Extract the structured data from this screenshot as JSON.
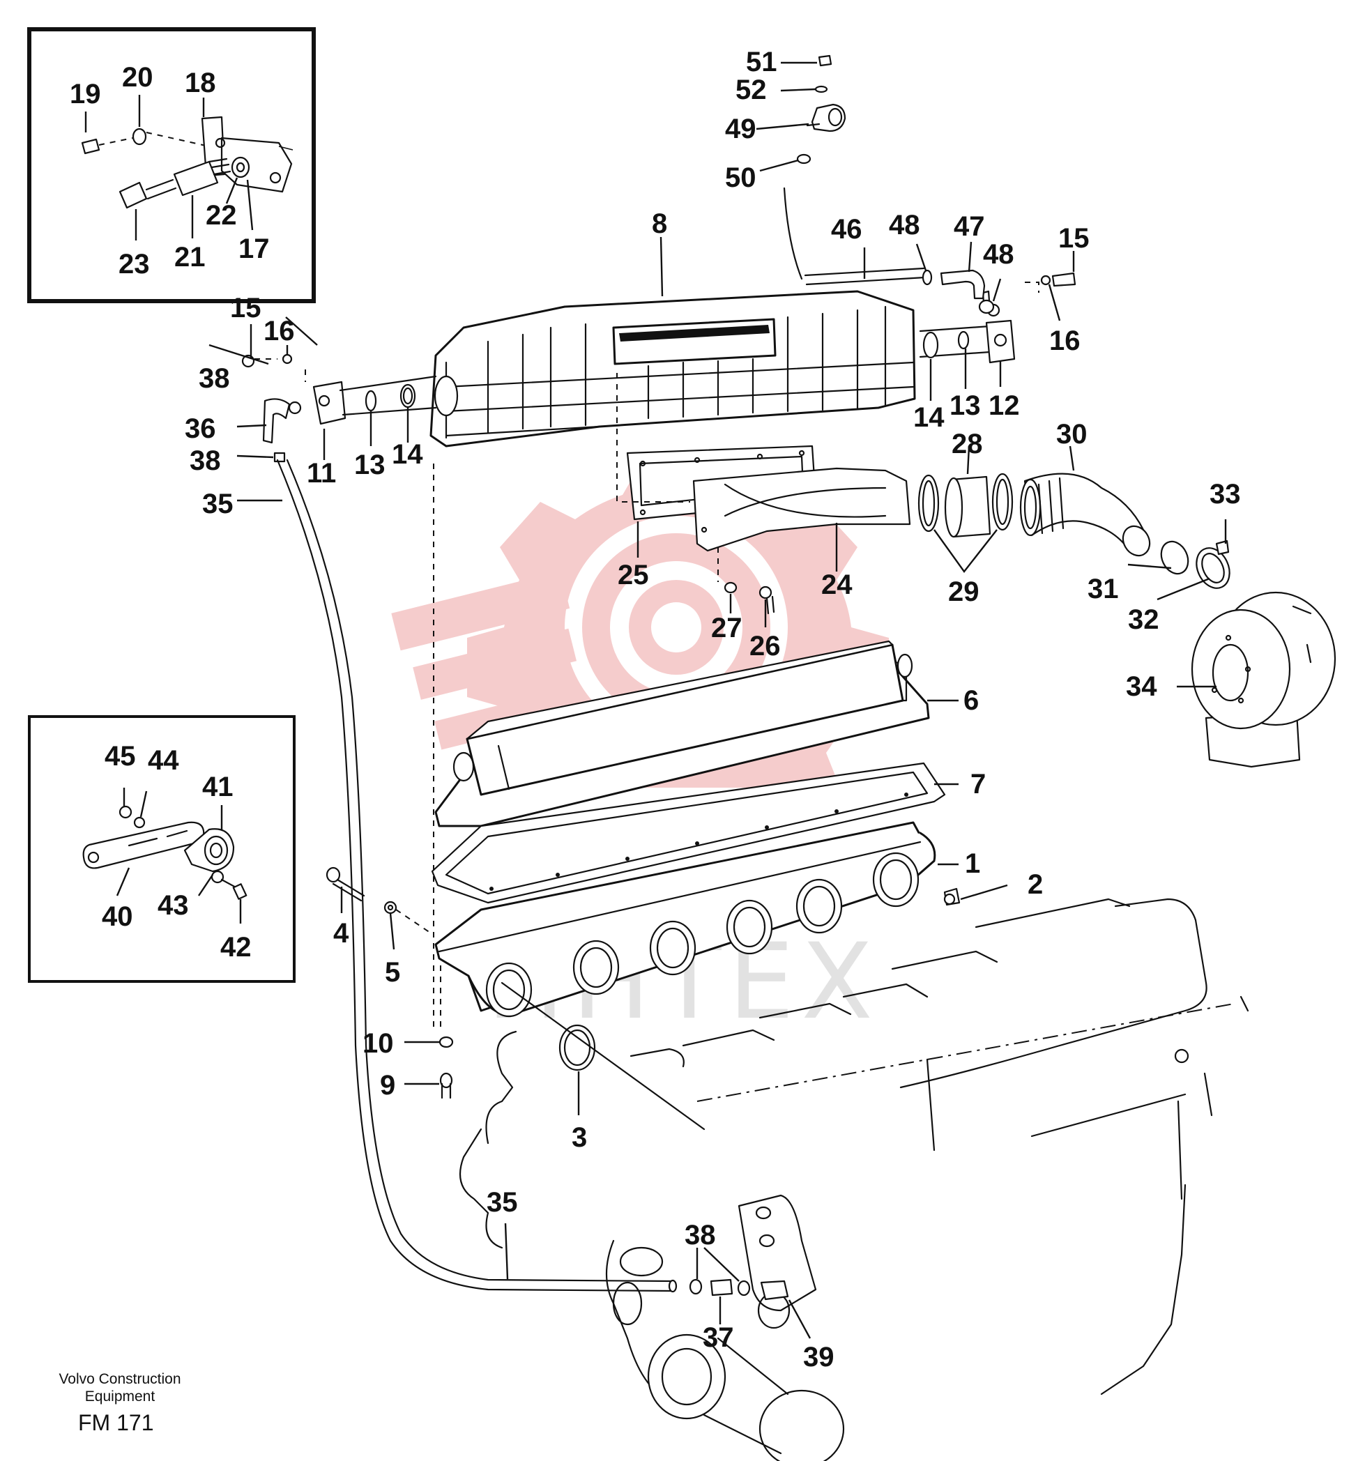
{
  "diagram": {
    "watermark_text": "ИНТЕХ",
    "footer": {
      "brand_line1": "Volvo Construction",
      "brand_line2": "Equipment",
      "code": "FM 171"
    },
    "colors": {
      "line": "#111111",
      "watermark_logo": "#f2b8b8",
      "watermark_text": "#d9d9d9"
    },
    "labels": [
      {
        "id": "p19",
        "text": "19"
      },
      {
        "id": "p20",
        "text": "20"
      },
      {
        "id": "p18",
        "text": "18"
      },
      {
        "id": "p22",
        "text": "22"
      },
      {
        "id": "p17",
        "text": "17"
      },
      {
        "id": "p23",
        "text": "23"
      },
      {
        "id": "p21",
        "text": "21"
      },
      {
        "id": "p51",
        "text": "51"
      },
      {
        "id": "p52",
        "text": "52"
      },
      {
        "id": "p49",
        "text": "49"
      },
      {
        "id": "p50",
        "text": "50"
      },
      {
        "id": "p8",
        "text": "8"
      },
      {
        "id": "p46",
        "text": "46"
      },
      {
        "id": "p48a",
        "text": "48"
      },
      {
        "id": "p47",
        "text": "47"
      },
      {
        "id": "p48b",
        "text": "48"
      },
      {
        "id": "p15a",
        "text": "15"
      },
      {
        "id": "p16a",
        "text": "16"
      },
      {
        "id": "p15b",
        "text": "15"
      },
      {
        "id": "p16b",
        "text": "16"
      },
      {
        "id": "p38a",
        "text": "38"
      },
      {
        "id": "p36",
        "text": "36"
      },
      {
        "id": "p38b",
        "text": "38"
      },
      {
        "id": "p35a",
        "text": "35"
      },
      {
        "id": "p11",
        "text": "11"
      },
      {
        "id": "p13a",
        "text": "13"
      },
      {
        "id": "p14a",
        "text": "14"
      },
      {
        "id": "p14b",
        "text": "14"
      },
      {
        "id": "p13b",
        "text": "13"
      },
      {
        "id": "p12",
        "text": "12"
      },
      {
        "id": "p28",
        "text": "28"
      },
      {
        "id": "p30",
        "text": "30"
      },
      {
        "id": "p33",
        "text": "33"
      },
      {
        "id": "p25",
        "text": "25"
      },
      {
        "id": "p24",
        "text": "24"
      },
      {
        "id": "p29",
        "text": "29"
      },
      {
        "id": "p31",
        "text": "31"
      },
      {
        "id": "p32",
        "text": "32"
      },
      {
        "id": "p27",
        "text": "27"
      },
      {
        "id": "p26",
        "text": "26"
      },
      {
        "id": "p34",
        "text": "34"
      },
      {
        "id": "p6",
        "text": "6"
      },
      {
        "id": "p7",
        "text": "7"
      },
      {
        "id": "p45",
        "text": "45"
      },
      {
        "id": "p44",
        "text": "44"
      },
      {
        "id": "p41",
        "text": "41"
      },
      {
        "id": "p40",
        "text": "40"
      },
      {
        "id": "p43",
        "text": "43"
      },
      {
        "id": "p42",
        "text": "42"
      },
      {
        "id": "p1",
        "text": "1"
      },
      {
        "id": "p2",
        "text": "2"
      },
      {
        "id": "p4",
        "text": "4"
      },
      {
        "id": "p5",
        "text": "5"
      },
      {
        "id": "p10",
        "text": "10"
      },
      {
        "id": "p9",
        "text": "9"
      },
      {
        "id": "p3",
        "text": "3"
      },
      {
        "id": "p35b",
        "text": "35"
      },
      {
        "id": "p38c",
        "text": "38"
      },
      {
        "id": "p37",
        "text": "37"
      },
      {
        "id": "p39",
        "text": "39"
      }
    ]
  }
}
